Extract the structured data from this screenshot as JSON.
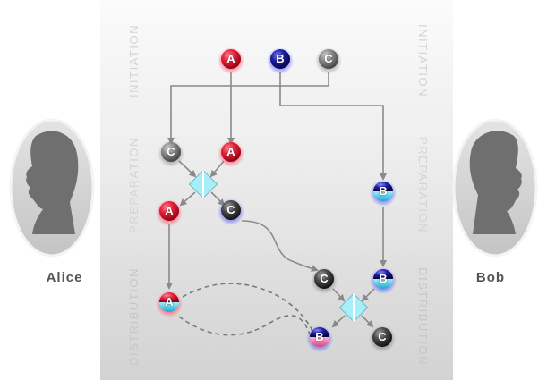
{
  "stages": {
    "initiation": "INITIATION",
    "preparation": "PREPARATION",
    "distribution": "DISTRIBUTION"
  },
  "people": {
    "alice": "Alice",
    "bob": "Bob"
  },
  "qubits": {
    "a": "A",
    "b": "B",
    "c": "C"
  },
  "colors": {
    "red": "#e8213a",
    "blue": "#1d1fa8",
    "cyan": "#39c6e6",
    "pink": "#f06ba0",
    "dark": "#3a3a3a",
    "grey": "#7a7a7a",
    "arrow": "#8a8a8a",
    "beamsplitter": "#7fe4f0"
  }
}
